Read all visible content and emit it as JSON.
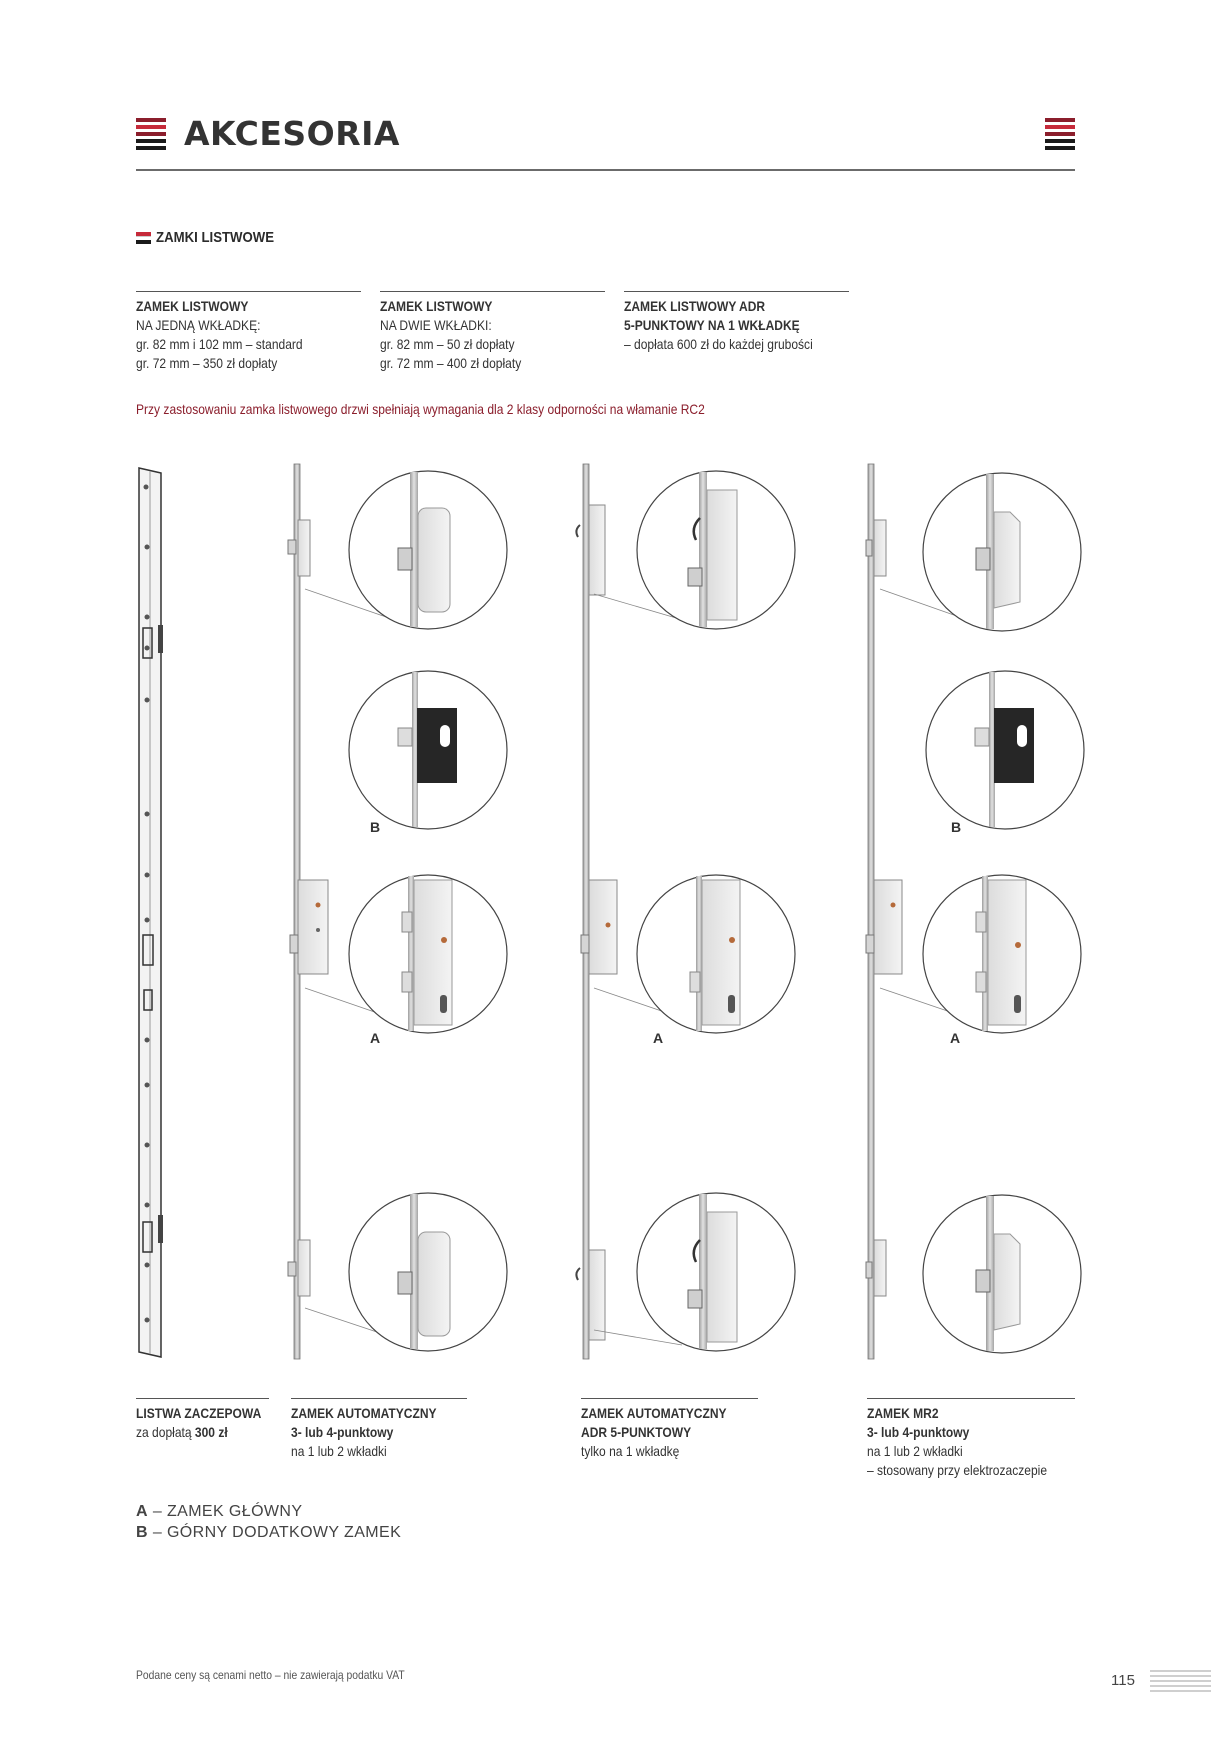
{
  "header": {
    "title": "AKCESORIA",
    "accent_colors": [
      "#8b1e2c",
      "#c62a3a",
      "#1a1a1a"
    ]
  },
  "section": {
    "title": "ZAMKI LISTWOWE"
  },
  "columns": [
    {
      "title": "ZAMEK LISTWOWY",
      "lines": [
        "NA JEDNĄ WKŁADKĘ:",
        "gr. 82 mm i 102 mm – standard",
        "gr. 72 mm – 350 zł dopłaty"
      ]
    },
    {
      "title": "ZAMEK LISTWOWY",
      "lines": [
        "NA DWIE WKŁADKI:",
        "gr. 82 mm – 50 zł dopłaty",
        "gr. 72 mm – 400 zł dopłaty"
      ]
    },
    {
      "title": "ZAMEK LISTWOWY ADR",
      "title2": "5-PUNKTOWY NA 1 WKŁADKĘ",
      "lines": [
        "– dopłata 600 zł do każdej grubości"
      ]
    }
  ],
  "note": "Przy zastosowaniu zamka listwowego drzwi spełniają wymagania dla 2 klasy odporności na włamanie RC2",
  "markers": {
    "b1": "B",
    "b2": "B",
    "a1": "A",
    "a2": "A",
    "a3": "A"
  },
  "captions": [
    {
      "title": "LISTWA ZACZEPOWA",
      "line_prefix": "za dopłatą ",
      "line_bold": "300 zł"
    },
    {
      "title": "ZAMEK AUTOMATYCZNY",
      "title2": "3- lub 4-punktowy",
      "line": "na 1 lub 2 wkładki"
    },
    {
      "title": "ZAMEK AUTOMATYCZNY",
      "title2": "ADR 5-PUNKTOWY",
      "line": "tylko na 1 wkładkę"
    },
    {
      "title": "ZAMEK MR2",
      "title2": "3- lub 4-punktowy",
      "line": "na 1 lub 2 wkładki",
      "line2": "– stosowany przy elektrozaczepie"
    }
  ],
  "legend": [
    {
      "key": "A",
      "text": " – ZAMEK GŁÓWNY"
    },
    {
      "key": "B",
      "text": " – GÓRNY DODATKOWY ZAMEK"
    }
  ],
  "footer": {
    "text": "Podane ceny są cenami netto – nie zawierają podatku VAT",
    "page_number": "115"
  }
}
